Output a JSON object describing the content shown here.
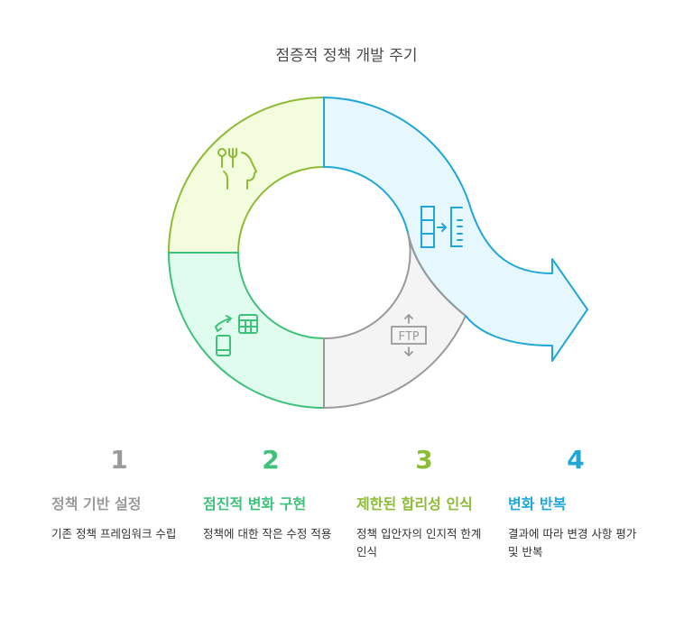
{
  "title": "점증적 정책 개발 주기",
  "colors": {
    "step1": "#9a9a9a",
    "step2": "#3ec27a",
    "step3": "#8cbc35",
    "step4": "#1fa7d8"
  },
  "segments": [
    {
      "id": "top-left",
      "icon": "dining-head-icon",
      "fill": "#f3fcdc",
      "stroke": "#8cbc35"
    },
    {
      "id": "bottom-left",
      "icon": "device-table-sync-icon",
      "fill": "#e0fcee",
      "stroke": "#3ec27a"
    },
    {
      "id": "bottom-right",
      "icon": "ftp-transfer-icon",
      "fill": "#f4f4f4",
      "stroke": "#9a9a9a"
    },
    {
      "id": "arrow",
      "icon": "list-transform-icon",
      "fill": "#e6f7fd",
      "stroke": "#1fa7d8"
    }
  ],
  "steps": [
    {
      "number": "1",
      "heading": "정책 기반 설정",
      "description": "기존 정책 프레임워크 수립"
    },
    {
      "number": "2",
      "heading": "점진적 변화 구현",
      "description": "정책에 대한 작은 수정 적용"
    },
    {
      "number": "3",
      "heading": "제한된 합리성 인식",
      "description": "정책 입안자의 인지적 한계 인식"
    },
    {
      "number": "4",
      "heading": "변화 반복",
      "description": "결과에 따라 변경 사항 평가 및 반복"
    }
  ]
}
